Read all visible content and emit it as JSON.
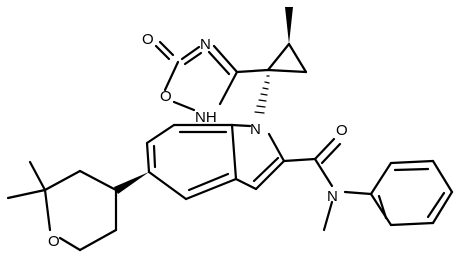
{
  "atoms": {
    "o_carbonyl_top": "O",
    "n_oxadiazole": "N",
    "o_ring_oxadiazole": "O",
    "nh_oxadiazole": "NH",
    "n_indole": "N",
    "o_amide": "O",
    "n_amide": "N",
    "o_oxane": "O"
  },
  "colors": {
    "bond": "#000000",
    "background": "#ffffff"
  }
}
